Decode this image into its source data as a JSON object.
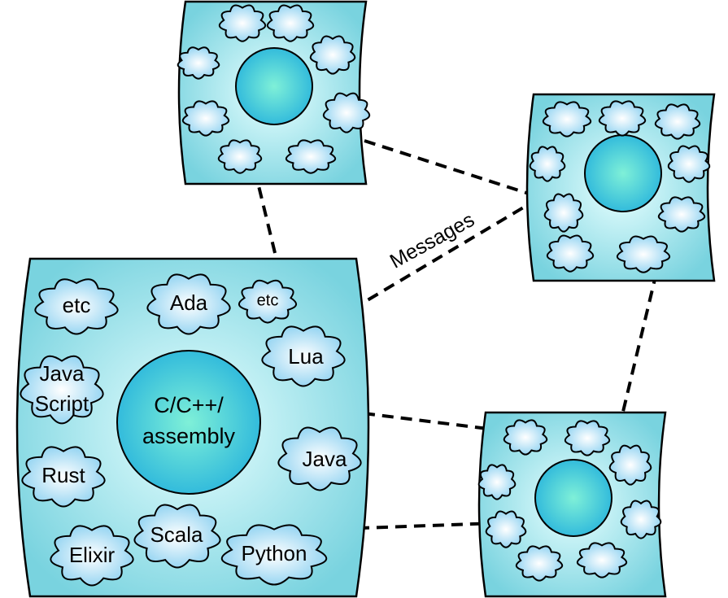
{
  "diagram": {
    "link_label": "Messages",
    "main_node": {
      "core_line1": "C/C++/",
      "core_line2": "assembly",
      "clouds": {
        "etc_left": "etc",
        "ada": "Ada",
        "etc_small": "etc",
        "javascript_line1": "Java",
        "javascript_line2": "Script",
        "lua": "Lua",
        "rust": "Rust",
        "java": "Java",
        "elixir": "Elixir",
        "scala": "Scala",
        "python": "Python"
      }
    },
    "other_nodes": [
      "top",
      "right",
      "bottom-right"
    ]
  },
  "colors": {
    "node_fill_center": "#e8ffff",
    "node_fill_edge": "#79d3df",
    "core_center": "#7ff0d8",
    "core_edge": "#2bb6dc",
    "cloud_center": "#ffffff",
    "cloud_edge": "#8fd2f1",
    "outline": "#000000"
  }
}
